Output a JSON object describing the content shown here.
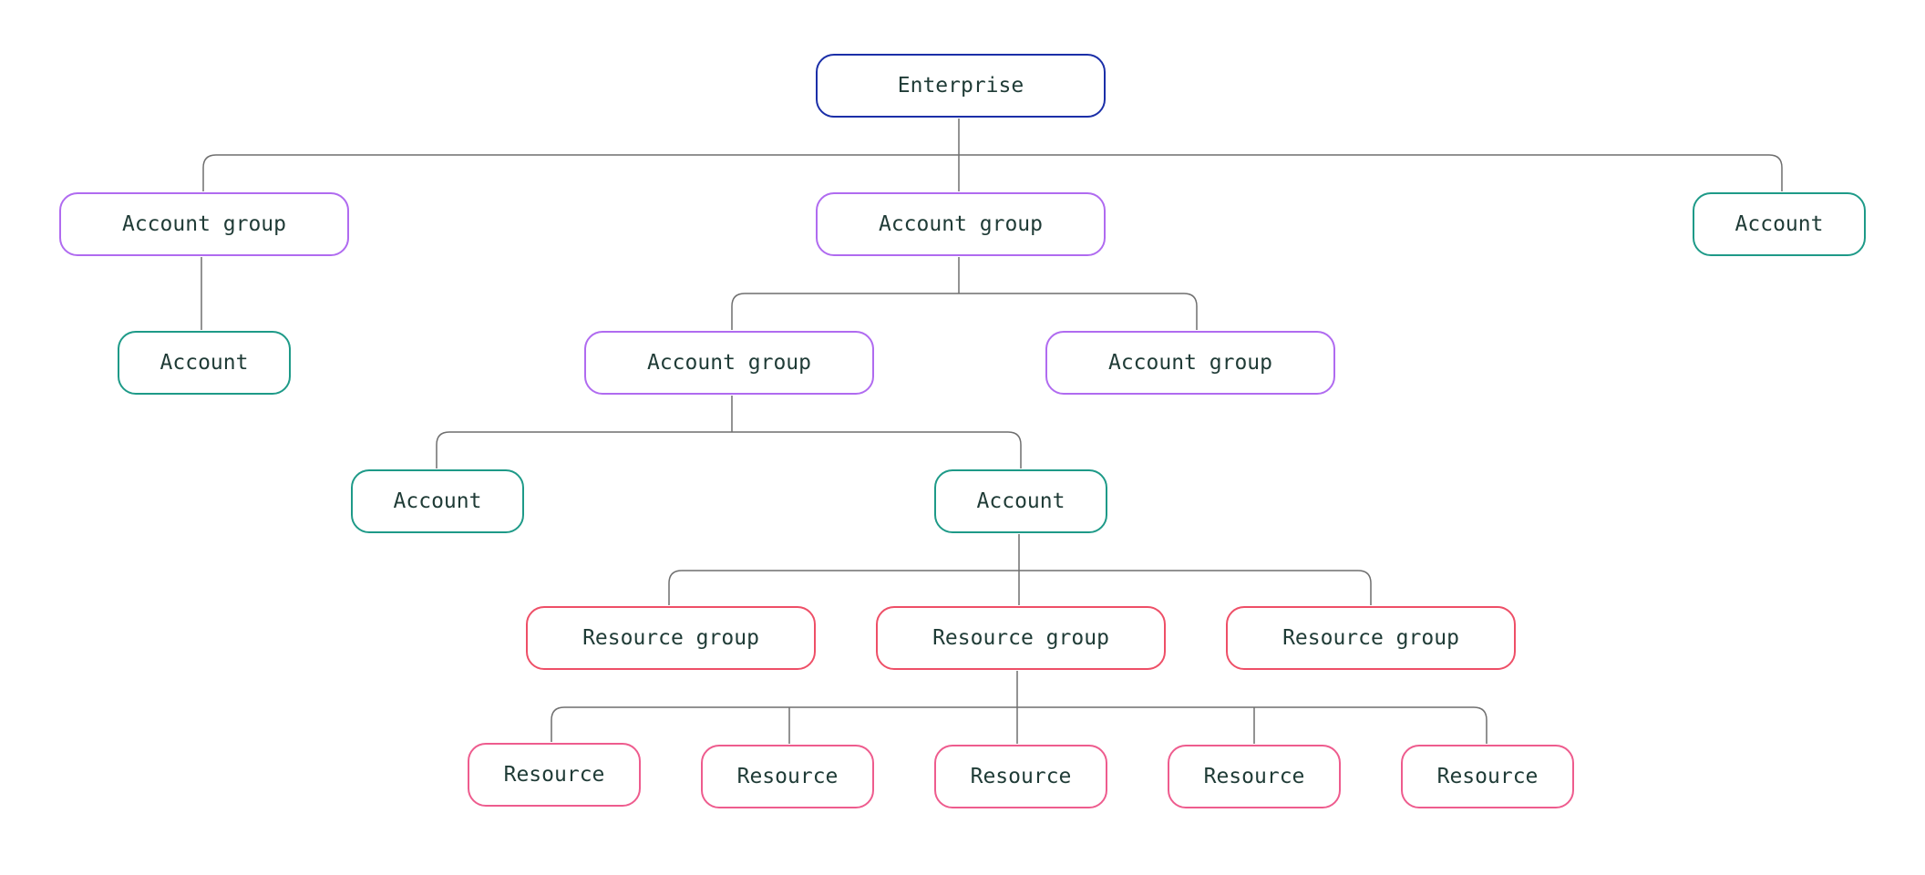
{
  "colors": {
    "enterprise": "#1b2fa8",
    "account_group": "#b06bf0",
    "account": "#1e9a88",
    "resource_group": "#ee4f67",
    "resource": "#ee5c8e",
    "connector": "#6f6f6f",
    "text": "#1f3b36"
  },
  "nodes": {
    "enterprise": "Enterprise",
    "ag_left": "Account group",
    "ag_center": "Account group",
    "account_right": "Account",
    "account_left": "Account",
    "ag_center_left": "Account group",
    "ag_center_right": "Account group",
    "account_sub_left": "Account",
    "account_sub_right": "Account",
    "rg_left": "Resource group",
    "rg_center": "Resource group",
    "rg_right": "Resource group",
    "resource_1": "Resource",
    "resource_2": "Resource",
    "resource_3": "Resource",
    "resource_4": "Resource",
    "resource_5": "Resource"
  }
}
